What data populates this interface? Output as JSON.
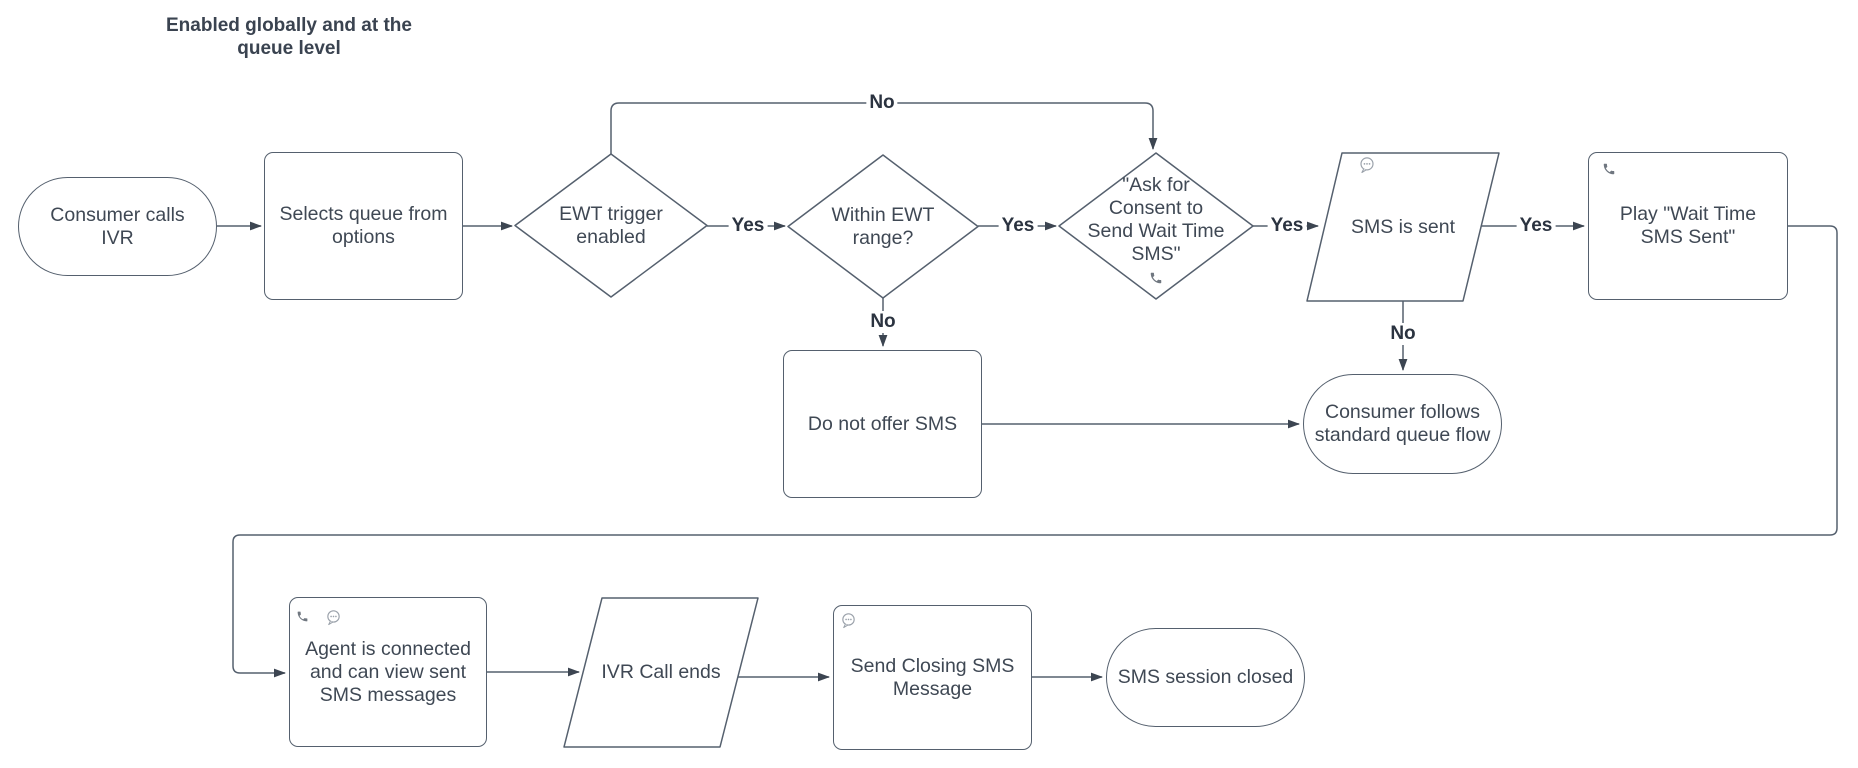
{
  "diagram": {
    "annotation": "Enabled globally and at the\nqueue level",
    "nodes": [
      {
        "id": "consumer-calls-ivr",
        "type": "terminator",
        "label": "Consumer calls\nIVR"
      },
      {
        "id": "selects-queue",
        "type": "process",
        "label": "Selects queue from\noptions"
      },
      {
        "id": "ewt-trigger-enabled",
        "type": "decision",
        "label": "EWT trigger\nenabled"
      },
      {
        "id": "within-ewt-range",
        "type": "decision",
        "label": "Within EWT\nrange?"
      },
      {
        "id": "ask-for-consent",
        "type": "decision",
        "label": "\"Ask for\nConsent to\nSend Wait Time\nSMS\"",
        "icons": [
          "phone-icon"
        ]
      },
      {
        "id": "sms-is-sent",
        "type": "data",
        "label": "SMS is sent",
        "icons": [
          "sms-bubble-icon"
        ]
      },
      {
        "id": "play-wait-time-sms-sent",
        "type": "process",
        "label": "Play \"Wait Time\nSMS Sent\"",
        "icons": [
          "phone-icon"
        ]
      },
      {
        "id": "do-not-offer-sms",
        "type": "process",
        "label": "Do not offer SMS"
      },
      {
        "id": "consumer-follows-standard-queue-flow",
        "type": "terminator",
        "label": "Consumer follows\nstandard queue flow"
      },
      {
        "id": "agent-connected",
        "type": "process",
        "label": "Agent is connected\nand can view sent\nSMS messages",
        "icons": [
          "phone-icon",
          "sms-bubble-icon"
        ]
      },
      {
        "id": "ivr-call-ends",
        "type": "data",
        "label": "IVR Call ends"
      },
      {
        "id": "send-closing-sms",
        "type": "process",
        "label": "Send Closing SMS\nMessage",
        "icons": [
          "sms-bubble-icon"
        ]
      },
      {
        "id": "sms-session-closed",
        "type": "terminator",
        "label": "SMS session closed"
      }
    ],
    "edges": [
      {
        "from": "consumer-calls-ivr",
        "to": "selects-queue",
        "label": ""
      },
      {
        "from": "selects-queue",
        "to": "ewt-trigger-enabled",
        "label": ""
      },
      {
        "from": "ewt-trigger-enabled",
        "to": "within-ewt-range",
        "label": "Yes"
      },
      {
        "from": "ewt-trigger-enabled",
        "to": "ask-for-consent",
        "label": "No"
      },
      {
        "from": "within-ewt-range",
        "to": "ask-for-consent",
        "label": "Yes"
      },
      {
        "from": "within-ewt-range",
        "to": "do-not-offer-sms",
        "label": "No"
      },
      {
        "from": "ask-for-consent",
        "to": "sms-is-sent",
        "label": "Yes"
      },
      {
        "from": "sms-is-sent",
        "to": "play-wait-time-sms-sent",
        "label": "Yes"
      },
      {
        "from": "sms-is-sent",
        "to": "consumer-follows-standard-queue-flow",
        "label": "No"
      },
      {
        "from": "do-not-offer-sms",
        "to": "consumer-follows-standard-queue-flow",
        "label": ""
      },
      {
        "from": "play-wait-time-sms-sent",
        "to": "agent-connected",
        "label": ""
      },
      {
        "from": "agent-connected",
        "to": "ivr-call-ends",
        "label": ""
      },
      {
        "from": "ivr-call-ends",
        "to": "send-closing-sms",
        "label": ""
      },
      {
        "from": "send-closing-sms",
        "to": "sms-session-closed",
        "label": ""
      }
    ],
    "colors": {
      "stroke": "#55606e",
      "text": "#3f4854",
      "edge_label": "#2b3340",
      "arrowhead": "#3c4551",
      "phone_icon": "#707780",
      "bubble_icon": "#9aa1aa",
      "background": "#ffffff"
    }
  }
}
